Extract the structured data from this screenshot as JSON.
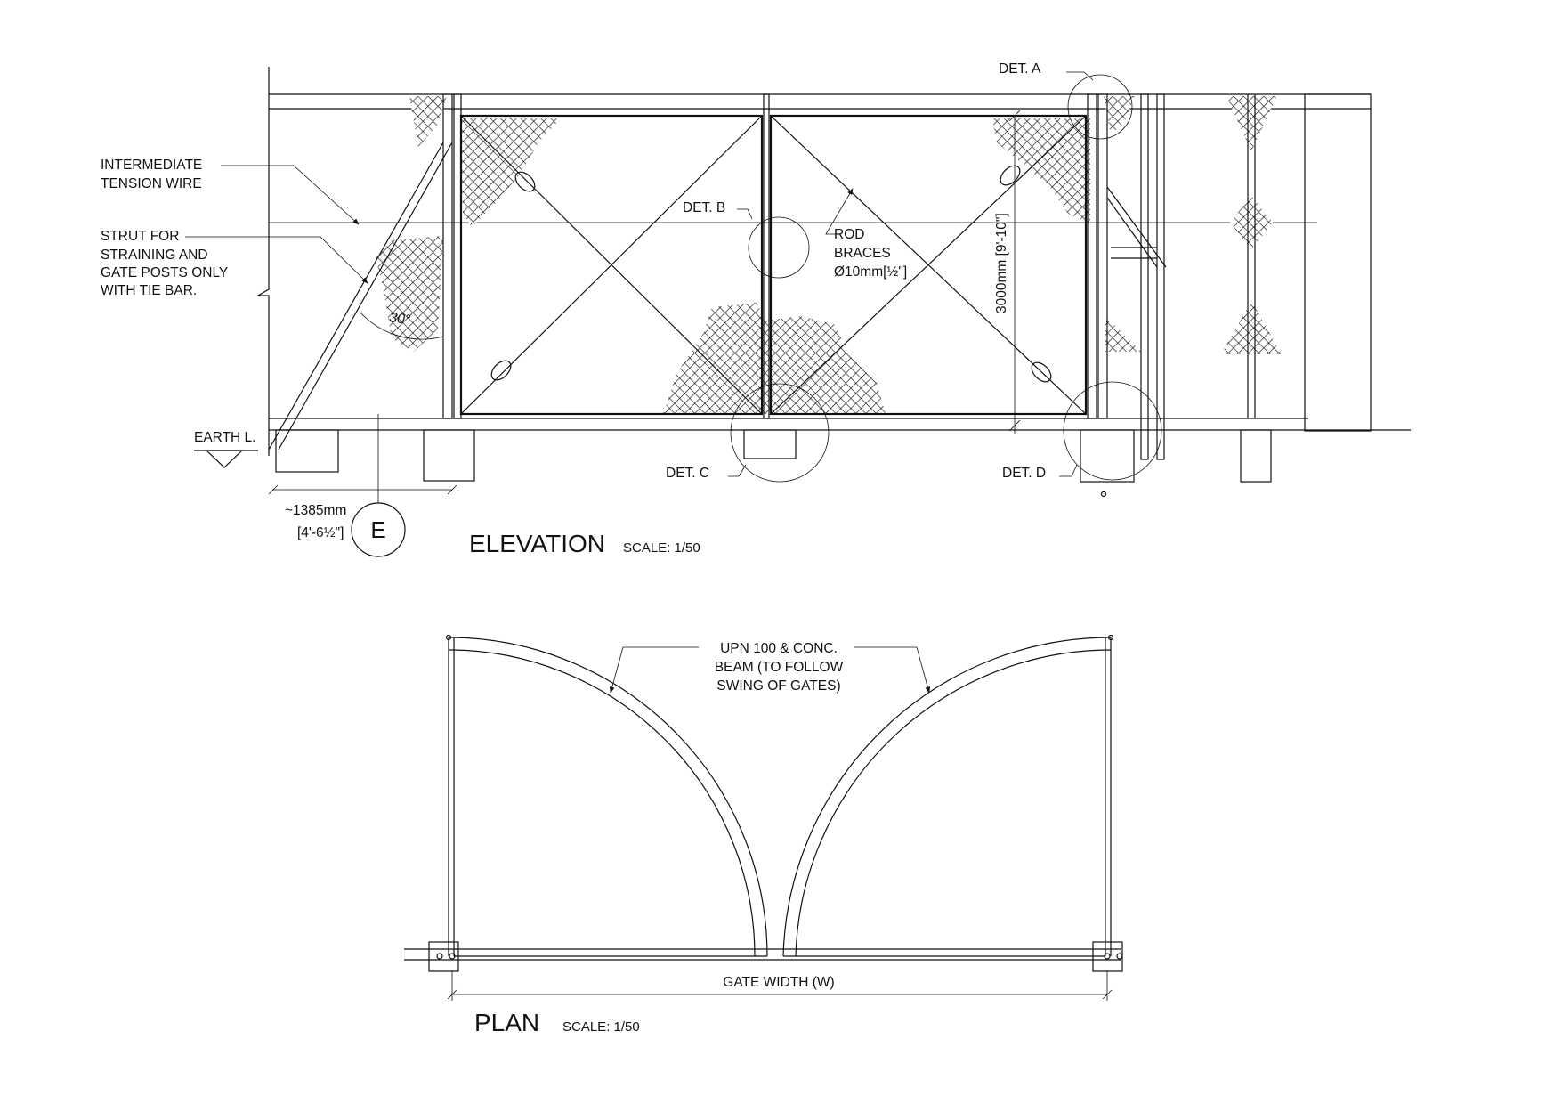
{
  "colors": {
    "ink": "#111111",
    "paper": "#ffffff"
  },
  "elevation": {
    "title": "ELEVATION",
    "scale": "SCALE: 1/50",
    "labels": {
      "det_a": "DET. A",
      "det_b": "DET. B",
      "det_c": "DET. C",
      "det_d": "DET. D",
      "tension_wire": [
        "INTERMEDIATE",
        "TENSION WIRE"
      ],
      "strut": [
        "STRUT FOR",
        "STRAINING AND",
        "GATE POSTS ONLY",
        "WITH TIE BAR."
      ],
      "rod_braces": [
        "ROD",
        "BRACES",
        "Ø10mm[½\"]"
      ],
      "height_dim": "3000mm [9'-10\"]",
      "angle": "30°",
      "earth_level": "EARTH L.",
      "strut_dim_mm": "~1385mm",
      "strut_dim_imperial": "[4'-6½\"]",
      "section_marker": "E"
    }
  },
  "plan": {
    "title": "PLAN",
    "scale": "SCALE: 1/50",
    "labels": {
      "beam_note": [
        "UPN 100 & CONC.",
        "BEAM (TO FOLLOW",
        "SWING OF GATES)"
      ],
      "gate_width": "GATE WIDTH (W)"
    }
  }
}
